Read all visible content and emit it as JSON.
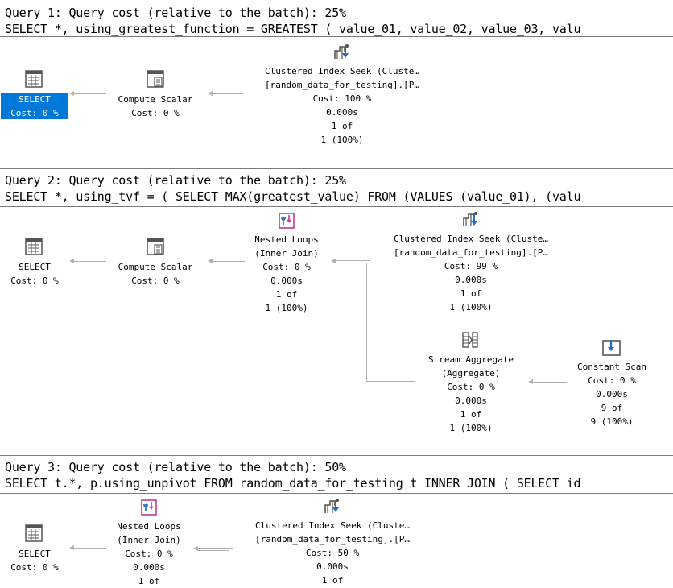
{
  "query1": {
    "header": "Query 1: Query cost (relative to the batch): 25%",
    "sql": "SELECT *, using_greatest_function = GREATEST ( value_01, value_02, value_03, valu",
    "select": {
      "lines": [
        "SELECT",
        "Cost: 0 %"
      ]
    },
    "compute": {
      "lines": [
        "Compute Scalar",
        "Cost: 0 %"
      ]
    },
    "seek": {
      "lines": [
        "Clustered Index Seek (Cluste…",
        "[random_data_for_testing].[P…",
        "Cost: 100 %",
        "0.000s",
        "1 of",
        "1 (100%)"
      ]
    }
  },
  "query2": {
    "header": "Query 2: Query cost (relative to the batch): 25%",
    "sql": "SELECT *, using_tvf = ( SELECT MAX(greatest_value) FROM (VALUES (value_01), (valu",
    "select": {
      "lines": [
        "SELECT",
        "Cost: 0 %"
      ]
    },
    "compute": {
      "lines": [
        "Compute Scalar",
        "Cost: 0 %"
      ]
    },
    "nested": {
      "lines": [
        "Nested Loops",
        "(Inner Join)",
        "Cost: 0 %",
        "0.000s",
        "1 of",
        "1 (100%)"
      ]
    },
    "seek": {
      "lines": [
        "Clustered Index Seek (Cluste…",
        "[random_data_for_testing].[P…",
        "Cost: 99 %",
        "0.000s",
        "1 of",
        "1 (100%)"
      ]
    },
    "stream": {
      "lines": [
        "Stream Aggregate",
        "(Aggregate)",
        "Cost: 0 %",
        "0.000s",
        "1 of",
        "1 (100%)"
      ]
    },
    "constant": {
      "lines": [
        "Constant Scan",
        "Cost: 0 %",
        "0.000s",
        "9 of",
        "9 (100%)"
      ]
    }
  },
  "query3": {
    "header": "Query 3: Query cost (relative to the batch): 50%",
    "sql": "SELECT t.*, p.using_unpivot FROM random_data_for_testing t INNER JOIN ( SELECT id",
    "select": {
      "lines": [
        "SELECT",
        "Cost: 0 %"
      ]
    },
    "nested": {
      "lines": [
        "Nested Loops",
        "(Inner Join)",
        "Cost: 0 %",
        "0.000s",
        "1 of"
      ]
    },
    "seek": {
      "lines": [
        "Clustered Index Seek (Cluste…",
        "[random_data_for_testing].[P…",
        "Cost: 50 %",
        "0.000s",
        "1 of"
      ]
    }
  },
  "colors": {
    "selection": "#0078d7",
    "connector": "#b0b0b0",
    "icon_blue": "#1e6fc8",
    "icon_magenta": "#c2389b"
  },
  "icons": [
    "select-icon",
    "compute-scalar-icon",
    "clustered-index-seek-icon",
    "nested-loops-icon",
    "stream-aggregate-icon",
    "constant-scan-icon"
  ]
}
